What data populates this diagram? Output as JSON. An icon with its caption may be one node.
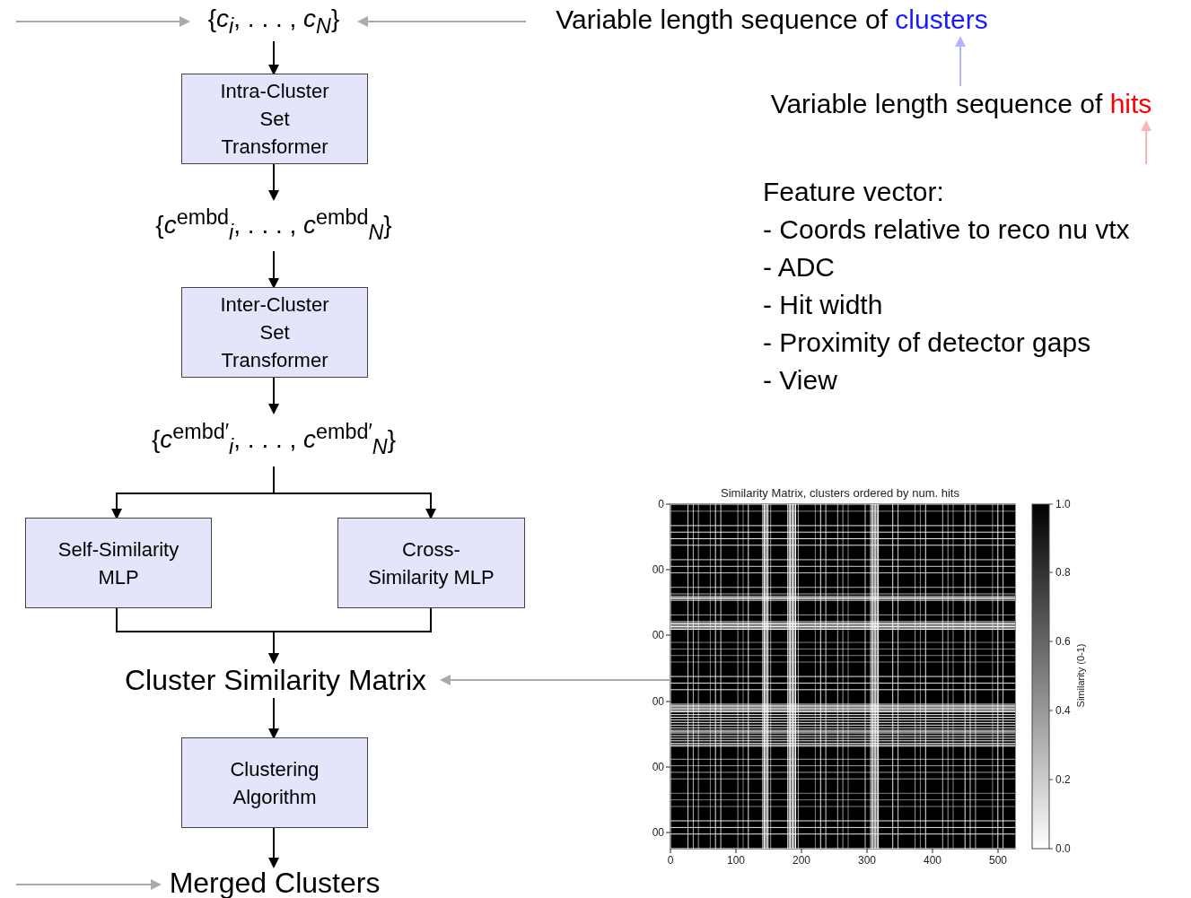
{
  "diagram": {
    "nodes": [
      {
        "text": [
          "{*c*$_{i}$, . . . , *c*$_{N}$}"
        ]
      },
      {
        "text": [
          "Intra-Cluster Set Transformer"
        ]
      },
      {
        "text": [
          "{*c*$^{embd}$$_{i}$, . . . , *c*$^{embd}$$_{N}$}"
        ]
      },
      {
        "text": [
          "Inter-Cluster Set Transformer"
        ]
      },
      {
        "text": [
          "{*c*$^{embd′}$$_{i}$, . . . , *c*$^{embd′}$$_{N}$}"
        ]
      },
      {
        "text": [
          "Self-Similarity MLP"
        ]
      },
      {
        "text": [
          "Cross-Similarity MLP"
        ]
      },
      {
        "text": [
          "Cluster Similarity Matrix"
        ]
      },
      {
        "text": [
          "Clustering Algorithm"
        ]
      },
      {
        "text": [
          "Merged Clusters"
        ]
      },
      {
        "text": [
          "Variable length sequence of **clusters**"
        ]
      },
      {
        "text": [
          "Variable length sequence of **hits**"
        ]
      },
      {
        "text": [
          "Feature vector:",
          "- Coords relative to reco nu vtx",
          "- ADC",
          "- Hit width",
          "- Proximity of detector gaps",
          "- View"
        ]
      },
      {
        "text": [],
        "shape": "picture"
      }
    ],
    "edges": [
      {
        "from": null,
        "to": 0,
        "arrow": "to",
        "color": "#aaaaaa"
      },
      {
        "from": 10,
        "to": 0,
        "arrow": "to",
        "color": "#aaaaaa"
      },
      {
        "from": 0,
        "to": 1,
        "arrow": "to"
      },
      {
        "from": 1,
        "to": 2,
        "arrow": "to"
      },
      {
        "from": 2,
        "to": 3,
        "arrow": "to"
      },
      {
        "from": 3,
        "to": 4,
        "arrow": "to"
      },
      {
        "from": 4,
        "to": 5,
        "arrow": "to"
      },
      {
        "from": 4,
        "to": 6,
        "arrow": "to"
      },
      {
        "from": 5,
        "to": 7,
        "arrow": "to"
      },
      {
        "from": 6,
        "to": 7,
        "arrow": "to"
      },
      {
        "from": 7,
        "to": 8,
        "arrow": "to"
      },
      {
        "from": 8,
        "to": 9,
        "arrow": "to"
      },
      {
        "from": null,
        "to": 9,
        "arrow": "to",
        "color": "#aaaaaa"
      },
      {
        "from": 13,
        "to": 7,
        "arrow": "to",
        "color": "#aaaaaa"
      },
      {
        "from": 11,
        "to": 10,
        "arrow": "to",
        "color": "#b4b4ff"
      },
      {
        "from": 12,
        "to": 11,
        "arrow": "to",
        "color": "#ffb4b4"
      }
    ],
    "labels": [
      "Similarity Matrix, clusters ordered by num. hits",
      "0",
      "00",
      "00",
      "00",
      "00",
      "00",
      "0",
      "100",
      "200",
      "300",
      "400",
      "500",
      "1.0",
      "0.8",
      "0.6",
      "0.4",
      "0.2",
      "0.0",
      "Similarity (0-1)"
    ]
  }
}
